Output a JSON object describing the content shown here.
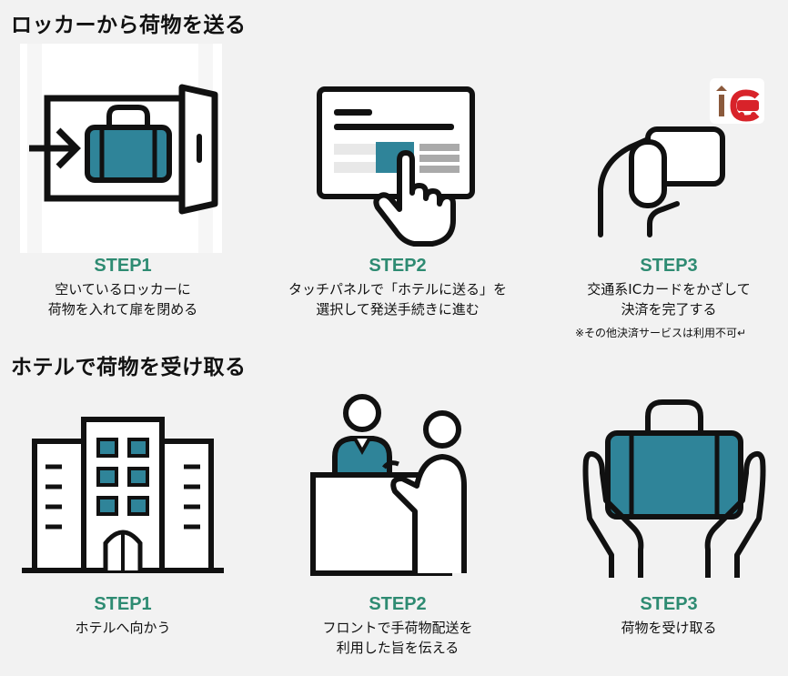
{
  "sections": [
    {
      "title": "ロッカーから荷物を送る",
      "steps": [
        {
          "label": "STEP1",
          "desc_lines": [
            "空いているロッカーに",
            "荷物を入れて扉を閉める"
          ],
          "icon": "locker-bag-icon"
        },
        {
          "label": "STEP2",
          "desc_lines": [
            "タッチパネルで「ホテルに送る」を",
            "選択して発送手続きに進む"
          ],
          "icon": "touch-panel-icon"
        },
        {
          "label": "STEP3",
          "desc_lines": [
            "交通系ICカードをかざして",
            "決済を完了する"
          ],
          "icon": "ic-card-hand-icon",
          "note": "※その他決済サービスは利用不可↵"
        }
      ]
    },
    {
      "title": "ホテルで荷物を受け取る",
      "steps": [
        {
          "label": "STEP1",
          "desc_lines": [
            "ホテルへ向かう"
          ],
          "icon": "hotel-building-icon"
        },
        {
          "label": "STEP2",
          "desc_lines": [
            "フロントで手荷物配送を",
            "利用した旨を伝える"
          ],
          "icon": "front-desk-icon"
        },
        {
          "label": "STEP3",
          "desc_lines": [
            "荷物を受け取る"
          ],
          "icon": "hands-bag-icon"
        }
      ]
    }
  ],
  "colors": {
    "accent": "#2e8b72",
    "icon_fill": "#2f8499",
    "background": "#f2f2f2",
    "ic_logo_brown": "#8b5a3c",
    "ic_logo_red": "#d8232a"
  }
}
